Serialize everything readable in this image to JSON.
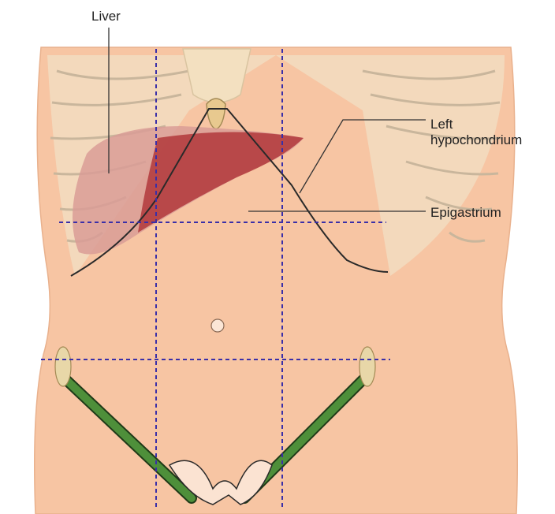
{
  "labels": {
    "liver": "Liver",
    "left_hypochondrium_line1": "Left",
    "left_hypochondrium_line2": "hypochondrium",
    "epigastrium": "Epigastrium"
  },
  "colors": {
    "skin": "#f7c5a3",
    "skin_shadow": "#efb28e",
    "ribcage": "#f2dfc4",
    "rib_outline": "#c9b69c",
    "cartilage": "#e8c98f",
    "liver_light": "#d99c96",
    "liver_dark": "#b1383b",
    "pelvis": "#4e8f3a",
    "region_lines": "#3a2fa8",
    "outline": "#2a2a2a"
  }
}
